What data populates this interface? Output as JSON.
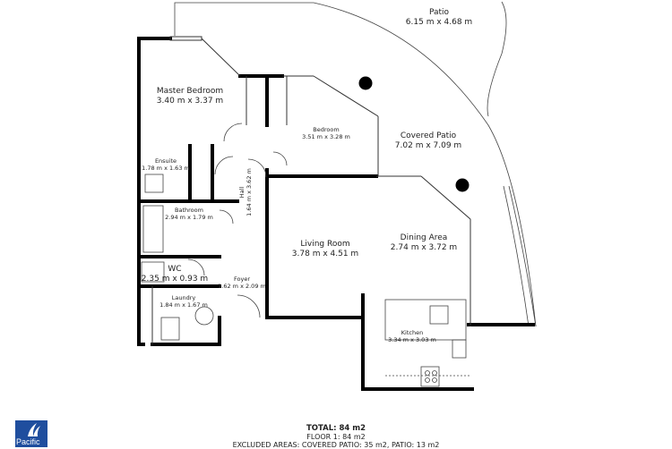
{
  "rooms": [
    {
      "id": "master-bedroom",
      "name": "Master Bedroom",
      "dims": "3.40 m x 3.37 m"
    },
    {
      "id": "bedroom",
      "name": "Bedroom",
      "dims": "3.51 m x 3.28 m"
    },
    {
      "id": "covered-patio",
      "name": "Covered Patio",
      "dims": "7.02 m x 7.09 m"
    },
    {
      "id": "patio",
      "name": "Patio",
      "dims": "6.15 m x 4.68 m"
    },
    {
      "id": "ensuite",
      "name": "Ensuite",
      "dims": "1.78 m x 1.63 m"
    },
    {
      "id": "hall",
      "name": "Hall",
      "dims": "1.64 m x 3.62 m"
    },
    {
      "id": "bathroom",
      "name": "Bathroom",
      "dims": "2.94 m x 1.79 m"
    },
    {
      "id": "living-room",
      "name": "Living Room",
      "dims": "3.78 m x 4.51 m"
    },
    {
      "id": "dining-area",
      "name": "Dining Area",
      "dims": "2.74 m x 3.72 m"
    },
    {
      "id": "wc",
      "name": "WC",
      "dims": "2.35 m x 0.93 m"
    },
    {
      "id": "foyer",
      "name": "Foyer",
      "dims": "1.62 m x 2.09 m"
    },
    {
      "id": "laundry",
      "name": "Laundry",
      "dims": "1.84 m x 1.67 m"
    },
    {
      "id": "kitchen",
      "name": "Kitchen",
      "dims": "3.34 m x 3.03 m"
    }
  ],
  "footer": {
    "total": "TOTAL: 84 m2",
    "floor": "FLOOR 1: 84 m2",
    "excluded": "EXCLUDED AREAS: COVERED PATIO: 35 m2, PATIO: 13 m2"
  },
  "logo": {
    "text": "Pacific",
    "color": "#1f4e9e"
  },
  "colors": {
    "wall": "#000000",
    "line": "#555555",
    "background": "#ffffff"
  }
}
